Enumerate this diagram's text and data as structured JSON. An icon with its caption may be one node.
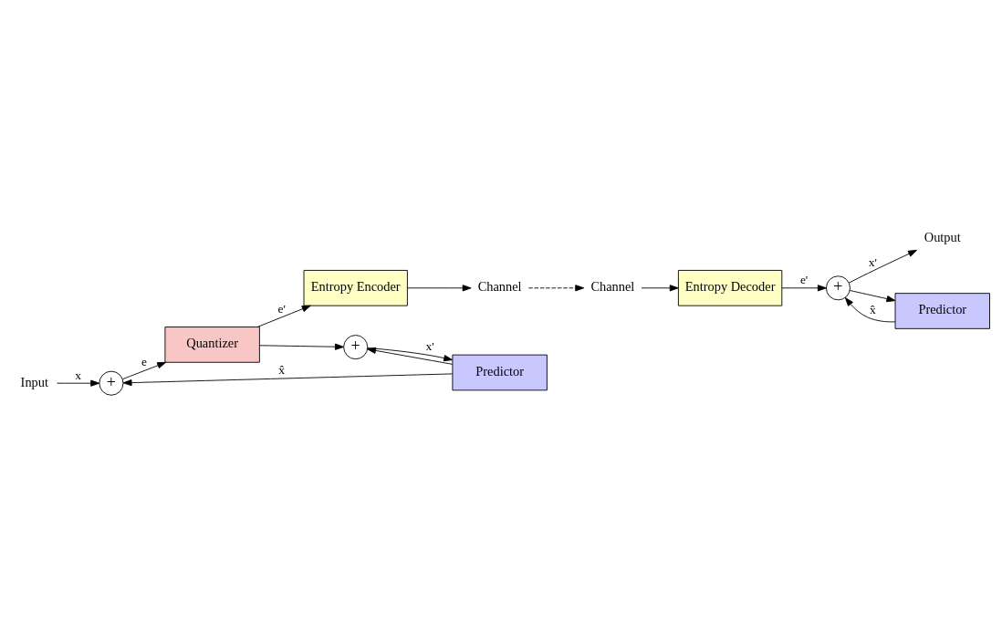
{
  "diagram": {
    "nodes": [
      {
        "text": [
          "Input"
        ]
      },
      {
        "text": [
          "+"
        ]
      },
      {
        "text": [
          "Quantizer"
        ]
      },
      {
        "text": [
          "Entropy Encoder"
        ]
      },
      {
        "text": [
          "Channel"
        ]
      },
      {
        "text": [
          "+"
        ]
      },
      {
        "text": [
          "Predictor"
        ]
      },
      {
        "text": [
          "Channel"
        ]
      },
      {
        "text": [
          "Entropy Decoder"
        ]
      },
      {
        "text": [
          "+"
        ]
      },
      {
        "text": [
          "Output"
        ]
      },
      {
        "text": [
          "Predictor"
        ]
      }
    ],
    "edges": [
      {
        "from": 0,
        "to": 1,
        "arrow": "to",
        "label": "x"
      },
      {
        "from": 1,
        "to": 2,
        "arrow": "to",
        "label": "e"
      },
      {
        "from": 2,
        "to": 3,
        "arrow": "to",
        "label": "e'"
      },
      {
        "from": 2,
        "to": 5,
        "arrow": "to"
      },
      {
        "from": 3,
        "to": 4,
        "arrow": "to"
      },
      {
        "from": 6,
        "to": 1,
        "arrow": "to",
        "label": "x̂"
      },
      {
        "from": 6,
        "to": 5,
        "arrow": "to"
      },
      {
        "from": 5,
        "to": 6,
        "arrow": "to",
        "label": "x'"
      },
      {
        "from": 4,
        "to": 7,
        "arrow": "to",
        "style": "dashed"
      },
      {
        "from": 7,
        "to": 8,
        "arrow": "to"
      },
      {
        "from": 8,
        "to": 9,
        "arrow": "to",
        "label": "e'"
      },
      {
        "from": 9,
        "to": 10,
        "arrow": "to",
        "label": "x'"
      },
      {
        "from": 9,
        "to": 11,
        "arrow": "to"
      },
      {
        "from": 11,
        "to": 9,
        "arrow": "to",
        "label": "x̂"
      }
    ]
  }
}
